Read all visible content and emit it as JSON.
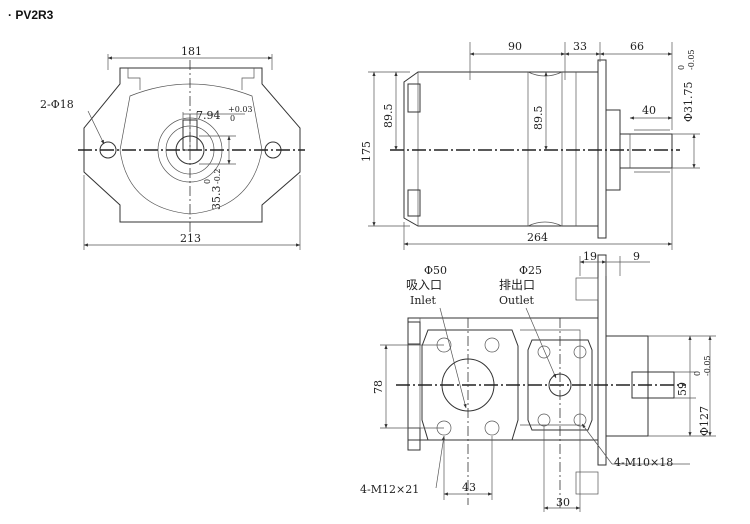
{
  "title": "· PV2R3",
  "front_view": {
    "width_top": "181",
    "width_bottom": "213",
    "holes": "2-Φ18",
    "key_width": "7.94",
    "key_tol_upper": "+0.03",
    "key_tol_lower": "0",
    "key_height": "35.3",
    "key_h_tol_upper": "0",
    "key_h_tol_lower": "-0.2"
  },
  "side_view": {
    "length_90": "90",
    "length_33": "33",
    "length_66": "66",
    "height_175": "175",
    "center_895_left": "89.5",
    "center_895_mid": "89.5",
    "key_40": "40",
    "shaft_dia": "Φ31.75",
    "shaft_tol_upper": "0",
    "shaft_tol_lower": "-0.05",
    "total_264": "264"
  },
  "bottom_view": {
    "inlet_dia": "Φ50",
    "inlet_cn": "吸入口",
    "inlet_en": "Inlet",
    "outlet_dia": "Φ25",
    "outlet_cn": "排出口",
    "outlet_en": "Outlet",
    "dim_19": "19",
    "dim_9": "9",
    "dim_78": "78",
    "dim_59": "59",
    "pilot_dia": "Φ127",
    "pilot_tol_upper": "0",
    "pilot_tol_lower": "-0.05",
    "thread_outlet": "4-M10×18",
    "thread_inlet": "4-M12×21",
    "dim_43": "43",
    "dim_30": "30"
  }
}
